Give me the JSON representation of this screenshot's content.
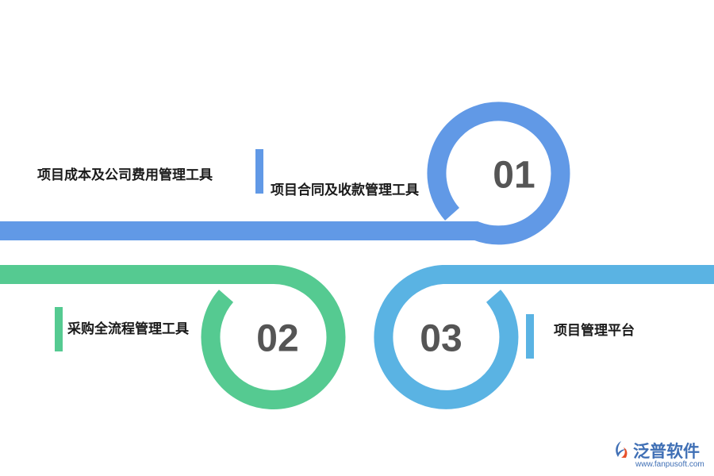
{
  "steps": [
    {
      "number": "01",
      "label_left": "项目成本及公司费用管理工具",
      "label_right": "项目合同及收款管理工具",
      "color": "#6199E6"
    },
    {
      "number": "02",
      "label": "采购全流程管理工具",
      "color": "#55CA91"
    },
    {
      "number": "03",
      "label": "项目管理平台",
      "color": "#5AB3E3"
    }
  ],
  "brand": {
    "name": "泛普软件",
    "url": "www.fanpusoft.com",
    "color": "#3F6FB5",
    "accent": "#E8502A"
  }
}
